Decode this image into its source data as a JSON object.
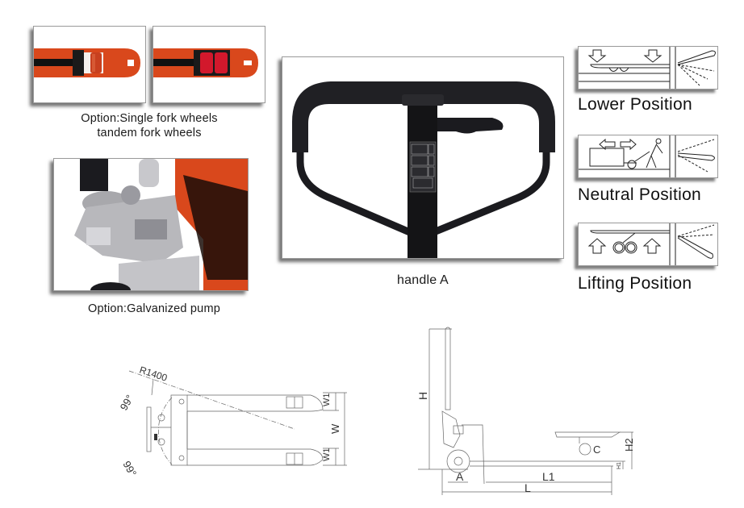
{
  "photos": {
    "single_fork_wheel": {
      "alt": "single fork wheel photo"
    },
    "tandem_fork_wheel": {
      "alt": "tandem fork wheel photo"
    },
    "fork_wheels_caption_line1": "Option:Single fork wheels",
    "fork_wheels_caption_line2": "tandem fork wheels",
    "pump_caption": "Option:Galvanized pump",
    "handle_caption": "handle A"
  },
  "positions": [
    {
      "label": "Lower Position"
    },
    {
      "label": "Neutral Position"
    },
    {
      "label": "Lifting Position"
    }
  ],
  "top_view": {
    "radius_label": "R1400",
    "angle_top": "99°",
    "angle_bottom": "99°",
    "w1_top": "W1",
    "w": "W",
    "w1_bottom": "W1"
  },
  "side_view": {
    "h": "H",
    "h1": "H1",
    "h2": "H2",
    "a": "A",
    "l1": "L1",
    "l": "L",
    "c": "C"
  },
  "colors": {
    "fork_orange": "#d9481c",
    "wheel_red": "#d2182c",
    "handle_black": "#1b1b1f",
    "pump_silver": "#b8b8bc"
  }
}
